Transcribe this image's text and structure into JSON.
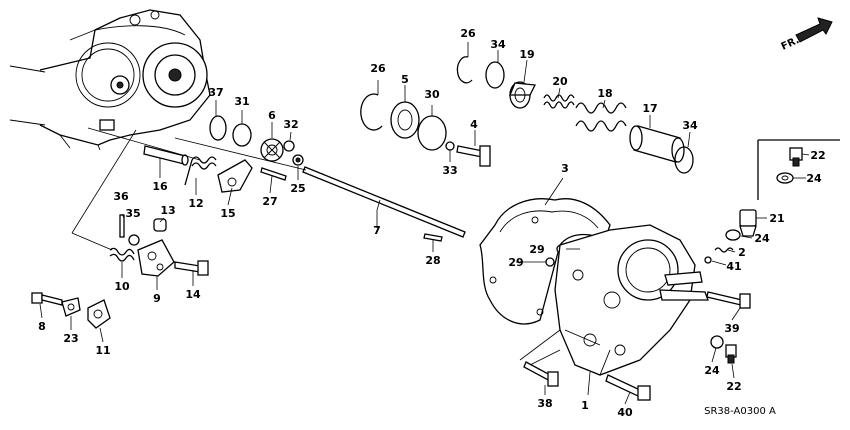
{
  "diagram": {
    "direction_label": "FR.",
    "code_label": "SR38-A0300 A",
    "callouts": [
      {
        "id": "c1",
        "text": "1"
      },
      {
        "id": "c2",
        "text": "2"
      },
      {
        "id": "c3",
        "text": "3"
      },
      {
        "id": "c4",
        "text": "4"
      },
      {
        "id": "c5",
        "text": "5"
      },
      {
        "id": "c6",
        "text": "6"
      },
      {
        "id": "c7",
        "text": "7"
      },
      {
        "id": "c8",
        "text": "8"
      },
      {
        "id": "c9",
        "text": "9"
      },
      {
        "id": "c10",
        "text": "10"
      },
      {
        "id": "c11",
        "text": "11"
      },
      {
        "id": "c12",
        "text": "12"
      },
      {
        "id": "c13",
        "text": "13"
      },
      {
        "id": "c14",
        "text": "14"
      },
      {
        "id": "c15",
        "text": "15"
      },
      {
        "id": "c16",
        "text": "16"
      },
      {
        "id": "c17",
        "text": "17"
      },
      {
        "id": "c18",
        "text": "18"
      },
      {
        "id": "c19",
        "text": "19"
      },
      {
        "id": "c20",
        "text": "20"
      },
      {
        "id": "c21",
        "text": "21"
      },
      {
        "id": "c22a",
        "text": "22"
      },
      {
        "id": "c22b",
        "text": "22"
      },
      {
        "id": "c23",
        "text": "23"
      },
      {
        "id": "c24a",
        "text": "24"
      },
      {
        "id": "c24b",
        "text": "24"
      },
      {
        "id": "c24c",
        "text": "24"
      },
      {
        "id": "c25",
        "text": "25"
      },
      {
        "id": "c26a",
        "text": "26"
      },
      {
        "id": "c26b",
        "text": "26"
      },
      {
        "id": "c27",
        "text": "27"
      },
      {
        "id": "c28",
        "text": "28"
      },
      {
        "id": "c29a",
        "text": "29"
      },
      {
        "id": "c29b",
        "text": "29"
      },
      {
        "id": "c30",
        "text": "30"
      },
      {
        "id": "c31",
        "text": "31"
      },
      {
        "id": "c32",
        "text": "32"
      },
      {
        "id": "c33",
        "text": "33"
      },
      {
        "id": "c34a",
        "text": "34"
      },
      {
        "id": "c34b",
        "text": "34"
      },
      {
        "id": "c35",
        "text": "35"
      },
      {
        "id": "c36",
        "text": "36"
      },
      {
        "id": "c37",
        "text": "37"
      },
      {
        "id": "c38",
        "text": "38"
      },
      {
        "id": "c39",
        "text": "39"
      },
      {
        "id": "c40",
        "text": "40"
      },
      {
        "id": "c41",
        "text": "41"
      }
    ]
  }
}
